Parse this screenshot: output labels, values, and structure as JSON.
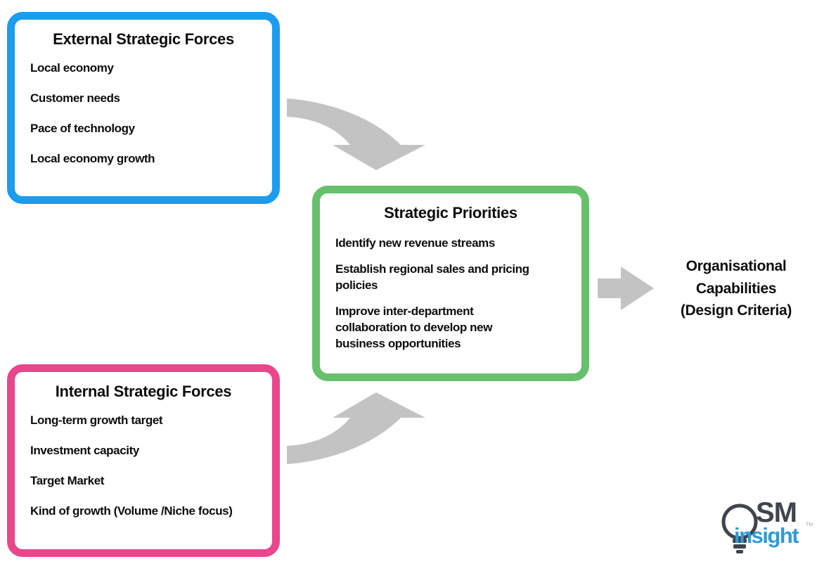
{
  "boxes": {
    "external": {
      "title": "External Strategic Forces",
      "items": [
        "Local economy",
        "Customer needs",
        "Pace of technology",
        "Local economy growth"
      ],
      "border_color": "#1b9cef"
    },
    "internal": {
      "title": "Internal Strategic Forces",
      "items": [
        "Long-term growth target",
        "Investment capacity",
        "Target Market",
        "Kind of growth (Volume /Niche focus)"
      ],
      "border_color": "#e8478c"
    },
    "priorities": {
      "title": "Strategic Priorities",
      "items": [
        "Identify new revenue streams",
        "Establish regional sales and pricing\npolicies",
        "Improve inter-department\ncollaboration to develop new\nbusiness opportunities"
      ],
      "border_color": "#67c06c"
    }
  },
  "outcome": {
    "label": "Organisational\nCapabilities\n(Design Criteria)"
  },
  "arrows": {
    "color": "#c3c3c3"
  },
  "logo": {
    "sm": "SM",
    "insight": "insight",
    "tm": "TM",
    "dark": "#3f444d",
    "blue": "#2e9bd6"
  }
}
